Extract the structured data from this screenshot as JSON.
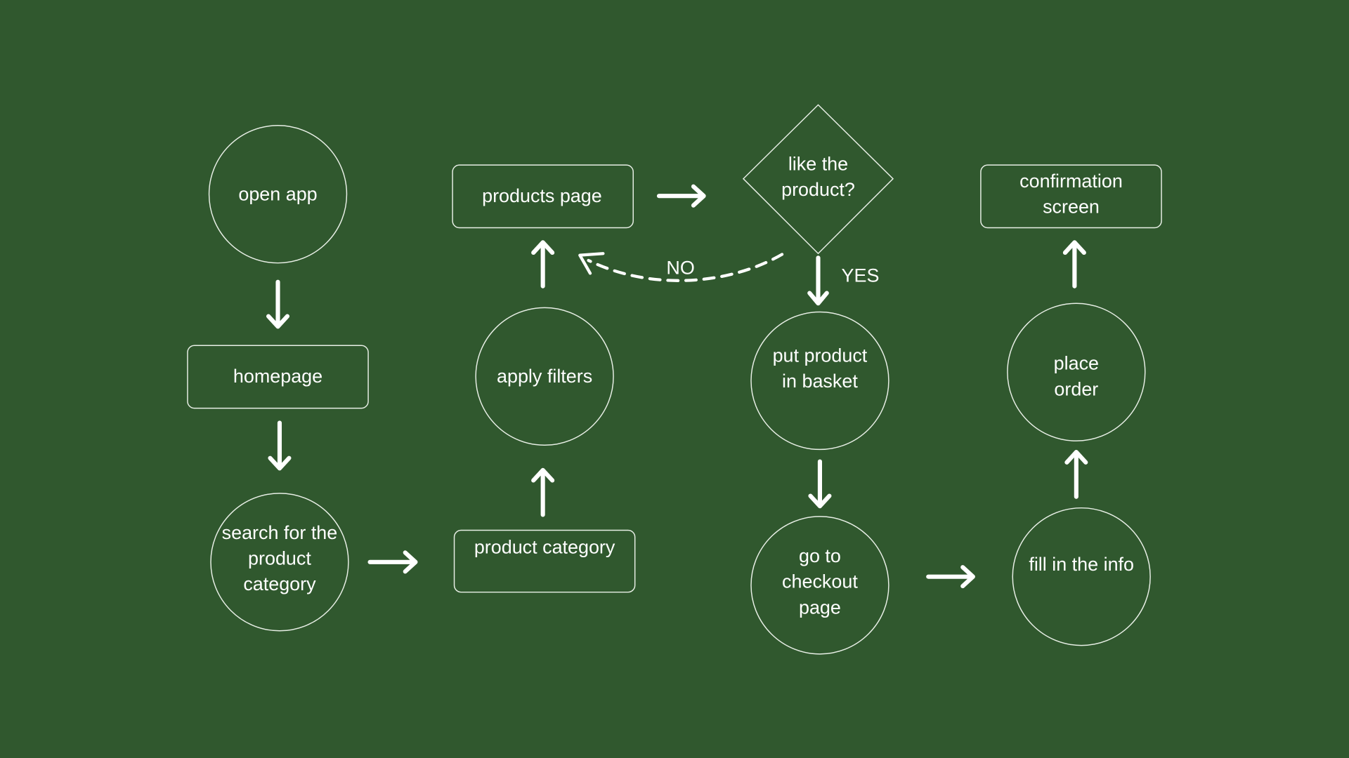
{
  "nodes": {
    "open_app": [
      "open app"
    ],
    "homepage": [
      "homepage"
    ],
    "search": [
      "search for the",
      "product",
      "category"
    ],
    "product_category": [
      "product category"
    ],
    "apply_filters": [
      "apply filters"
    ],
    "products_page": [
      "products page"
    ],
    "decision": [
      "like the",
      "product?"
    ],
    "put_in_basket": [
      "put product",
      "in basket"
    ],
    "checkout": [
      "go to",
      "checkout",
      "page"
    ],
    "fill_info": [
      "fill in the info"
    ],
    "place_order": [
      "place",
      "order"
    ],
    "confirmation": [
      "confirmation",
      "screen"
    ]
  },
  "edge_labels": {
    "no": "NO",
    "yes": "YES"
  },
  "colors": {
    "background": "#30582e",
    "foreground": "#ffffff"
  }
}
